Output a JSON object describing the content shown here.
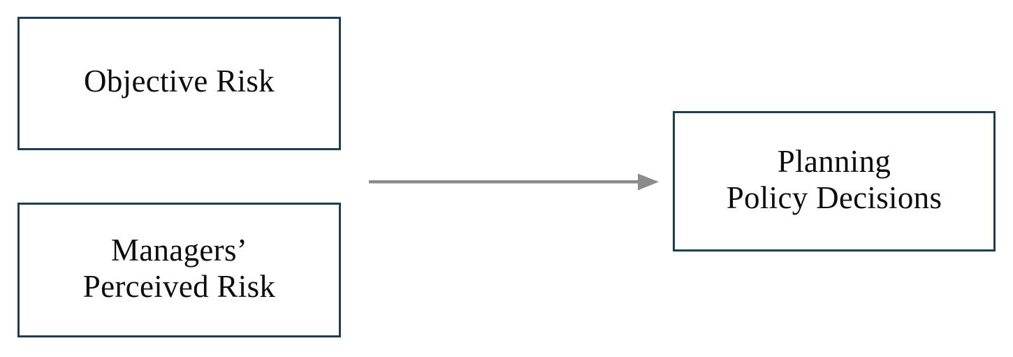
{
  "diagram": {
    "type": "flow-diagram",
    "background_color": "#ffffff",
    "box_border_color": "#1d3e53",
    "box_fill_color": "#ffffff",
    "text_color": "#0d0d0d",
    "arrow_color": "#8c8c8c",
    "nodes": [
      {
        "id": "objective-risk",
        "label": "Objective Risk",
        "position": "top-left"
      },
      {
        "id": "managers-perceived-risk",
        "label": "Managers’\nPerceived Risk",
        "position": "bottom-left"
      },
      {
        "id": "planning-policy-decisions",
        "label": "Planning\nPolicy Decisions",
        "position": "right"
      }
    ],
    "edges": [
      {
        "id": "risk-to-decisions",
        "from": "left-group",
        "to": "planning-policy-decisions",
        "style": "solid-line-with-arrowhead",
        "direction": "left-to-right",
        "color": "#8c8c8c"
      }
    ]
  }
}
